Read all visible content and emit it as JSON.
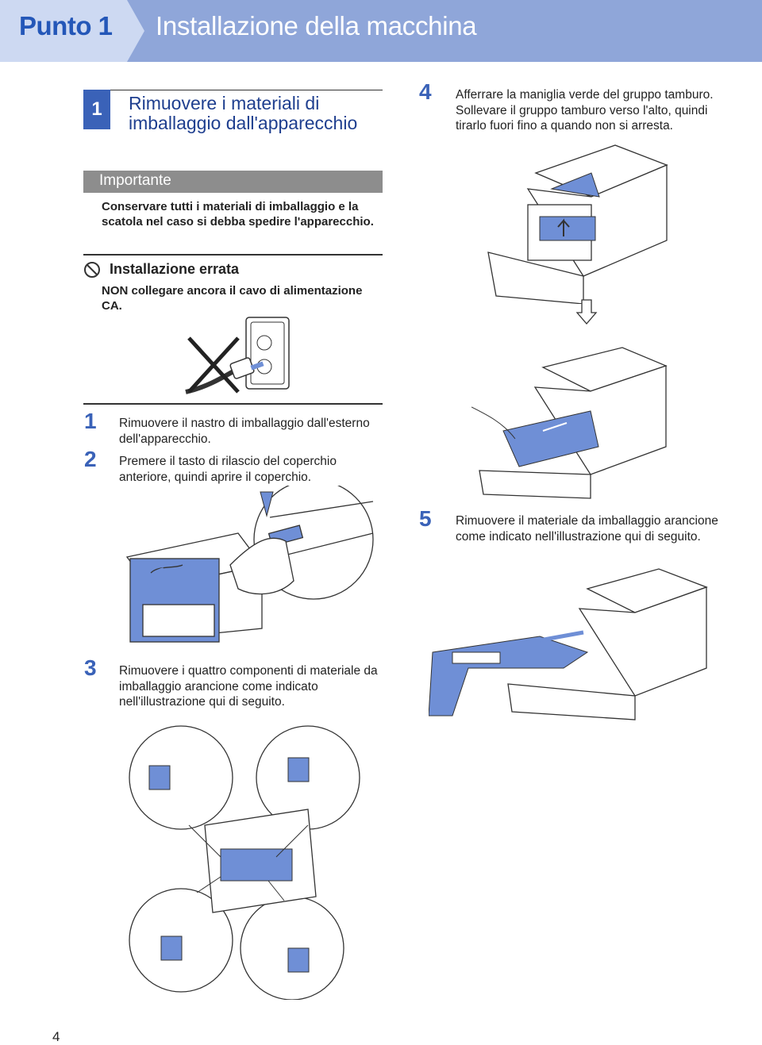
{
  "header": {
    "step_label": "Punto 1",
    "title": "Installazione della macchina"
  },
  "section": {
    "number": "1",
    "title": "Rimuovere i materiali di imballaggio dall'apparecchio"
  },
  "important": {
    "label": "Importante",
    "text": "Conservare tutti i materiali di imballaggio e la scatola nel caso si debba spedire l'apparecchio."
  },
  "warning": {
    "title": "Installazione errata",
    "text": "NON collegare ancora il cavo di alimentazione CA."
  },
  "steps": {
    "s1": {
      "num": "1",
      "text": "Rimuovere il nastro di imballaggio dall'esterno dell'apparecchio."
    },
    "s2": {
      "num": "2",
      "text": "Premere il tasto di rilascio del coperchio anteriore, quindi aprire il coperchio."
    },
    "s3": {
      "num": "3",
      "text": "Rimuovere i quattro componenti di materiale da imballaggio arancione come indicato nell'illustrazione qui di seguito."
    },
    "s4": {
      "num": "4",
      "text": "Afferrare la maniglia verde del gruppo tamburo. Sollevare il gruppo tamburo verso l'alto, quindi tirarlo fuori fino a quando non si arresta."
    },
    "s5": {
      "num": "5",
      "text": "Rimuovere il materiale da imballaggio arancione come indicato nell'illustrazione qui di seguito."
    }
  },
  "page_number": "4",
  "colors": {
    "header_bg": "#8fa6d9",
    "accent": "#3a62b8",
    "important_bar": "#8d8d8d",
    "highlight": "#6f8fd6"
  }
}
